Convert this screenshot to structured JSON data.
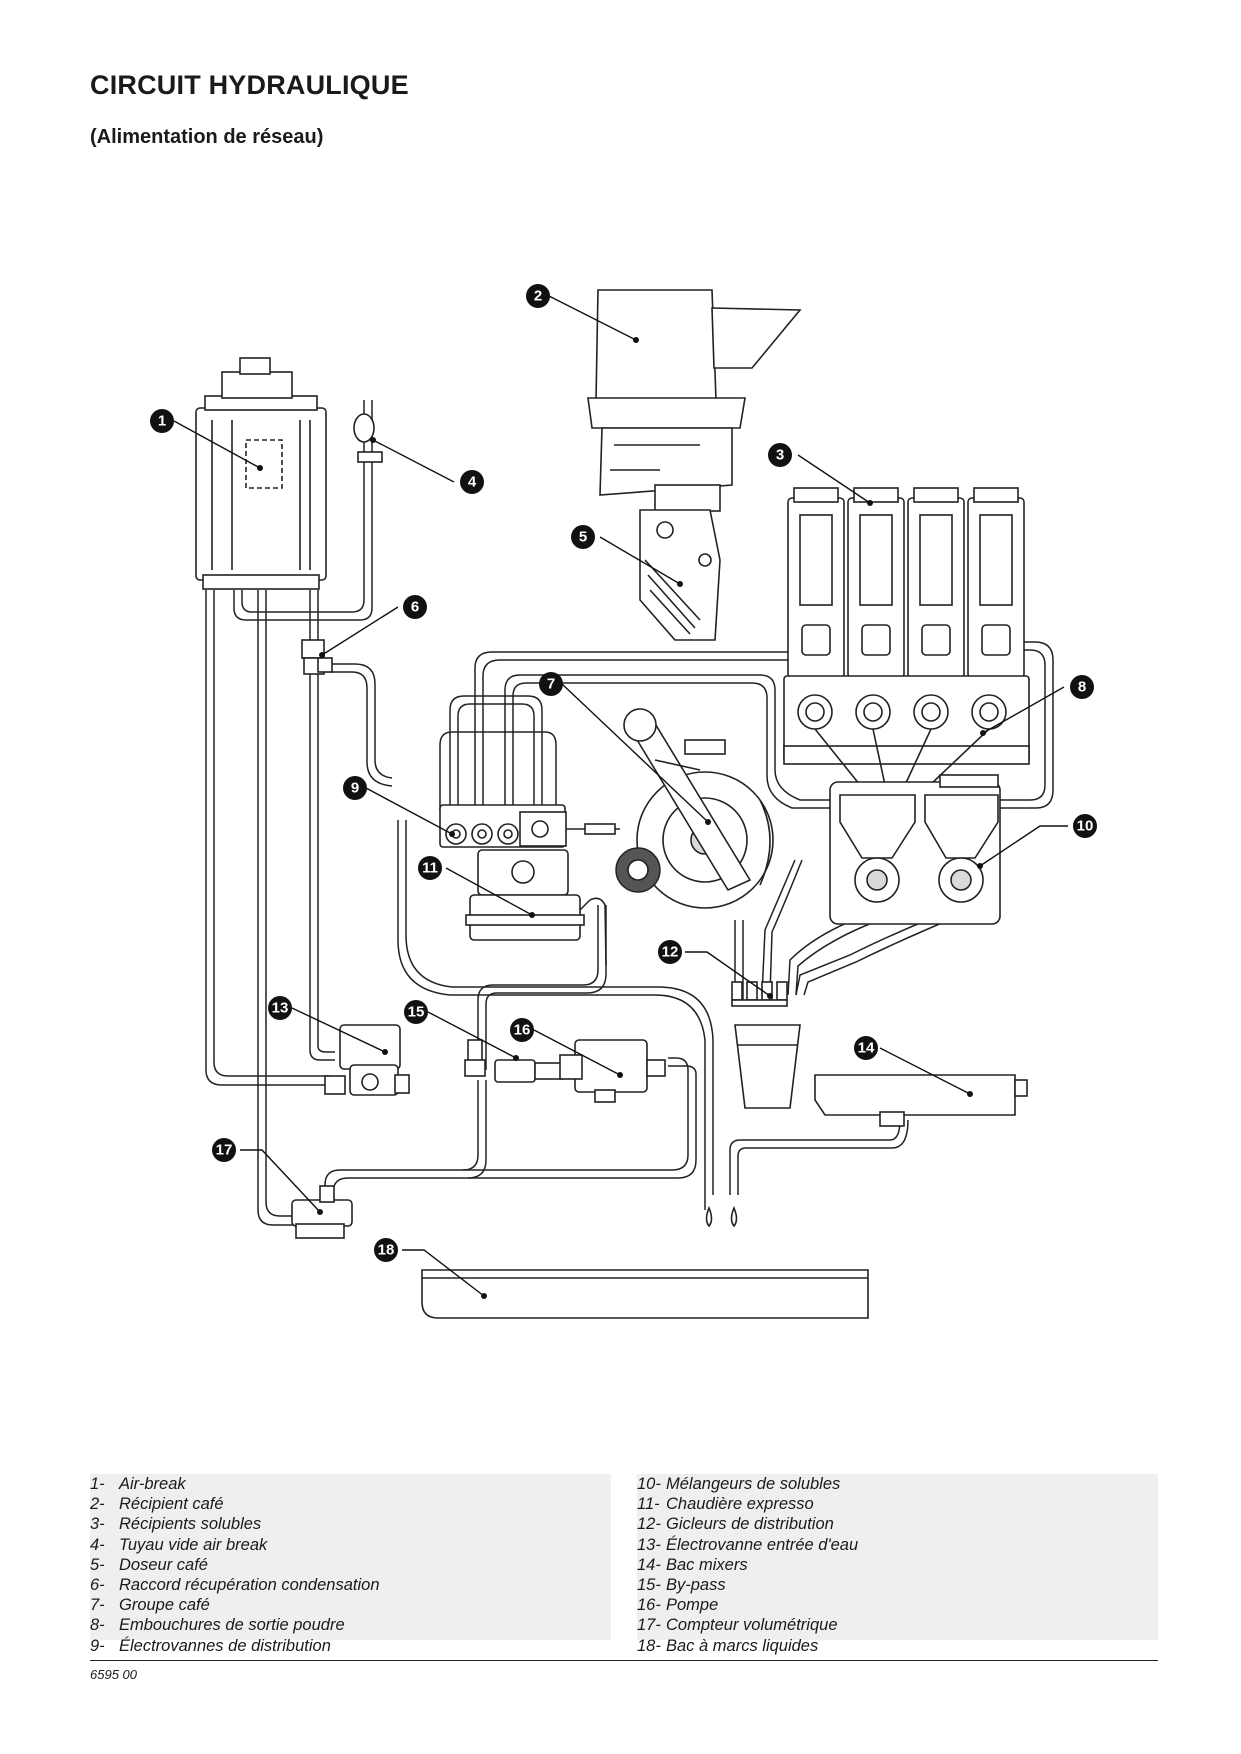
{
  "title": "CIRCUIT HYDRAULIQUE",
  "subtitle": "(Alimentation de réseau)",
  "callouts": [
    "1",
    "2",
    "3",
    "4",
    "5",
    "6",
    "7",
    "8",
    "9",
    "10",
    "11",
    "12",
    "13",
    "14",
    "15",
    "16",
    "17",
    "18"
  ],
  "legend_left": [
    {
      "num": "1-",
      "label": "Air-break"
    },
    {
      "num": "2-",
      "label": "Récipient café"
    },
    {
      "num": "3-",
      "label": "Récipients solubles"
    },
    {
      "num": "4-",
      "label": "Tuyau vide air break"
    },
    {
      "num": "5-",
      "label": "Doseur café"
    },
    {
      "num": "6-",
      "label": "Raccord récupération condensation"
    },
    {
      "num": "7-",
      "label": "Groupe café"
    },
    {
      "num": "8-",
      "label": "Embouchures de sortie poudre"
    },
    {
      "num": "9-",
      "label": "Électrovannes de distribution"
    }
  ],
  "legend_right": [
    {
      "num": "10-",
      "label": "Mélangeurs de solubles"
    },
    {
      "num": "11-",
      "label": "Chaudière expresso"
    },
    {
      "num": "12-",
      "label": "Gicleurs de distribution"
    },
    {
      "num": "13-",
      "label": "Électrovanne entrée d'eau"
    },
    {
      "num": "14-",
      "label": "Bac mixers"
    },
    {
      "num": "15-",
      "label": "By-pass"
    },
    {
      "num": "16-",
      "label": "Pompe"
    },
    {
      "num": "17-",
      "label": "Compteur volumétrique"
    },
    {
      "num": "18-",
      "label": "Bac à marcs liquides"
    }
  ],
  "doc_code": "6595 00"
}
